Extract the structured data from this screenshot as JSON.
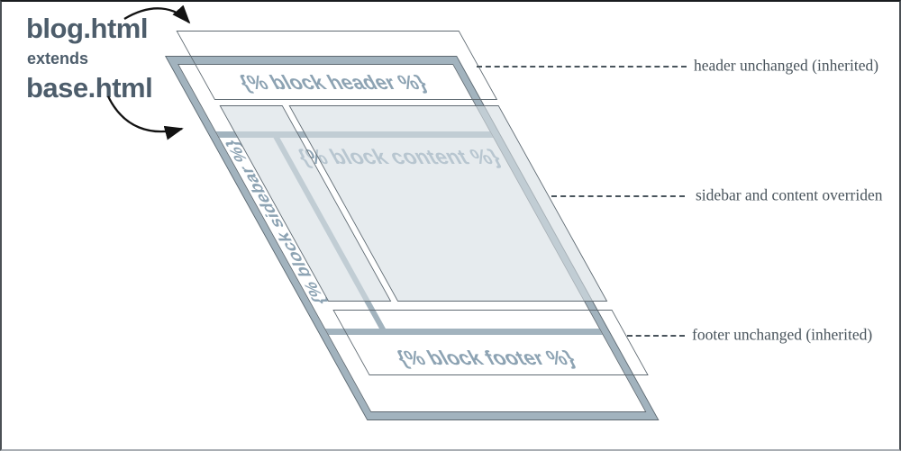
{
  "title_panel": {
    "child_template": "blog.html",
    "relation": "extends",
    "parent_template": "base.html"
  },
  "diagram": {
    "blocks": {
      "header": "{% block header %}",
      "content": "{% block content %}",
      "sidebar": "{% block sidebar %}",
      "footer": "{% block footer %}"
    },
    "layers": {
      "base_layer": "base.html page frame",
      "overlay_layer": "blog.html block overlays"
    }
  },
  "callouts": [
    {
      "label": "header unchanged (inherited)"
    },
    {
      "label": "sidebar and content overriden"
    },
    {
      "label": "footer unchanged (inherited)"
    }
  ],
  "icons": {
    "arrow_blog": "curved-arrow",
    "arrow_base": "curved-arrow"
  },
  "colors": {
    "frame": "#a2b3be",
    "outline": "#5f6a72",
    "block-text": "#8da3b3",
    "label-text": "#49545c",
    "title-text": "#4d5d6b",
    "overlay-fill": "rgba(213,221,227,0.6)",
    "arrow": "#121212"
  }
}
